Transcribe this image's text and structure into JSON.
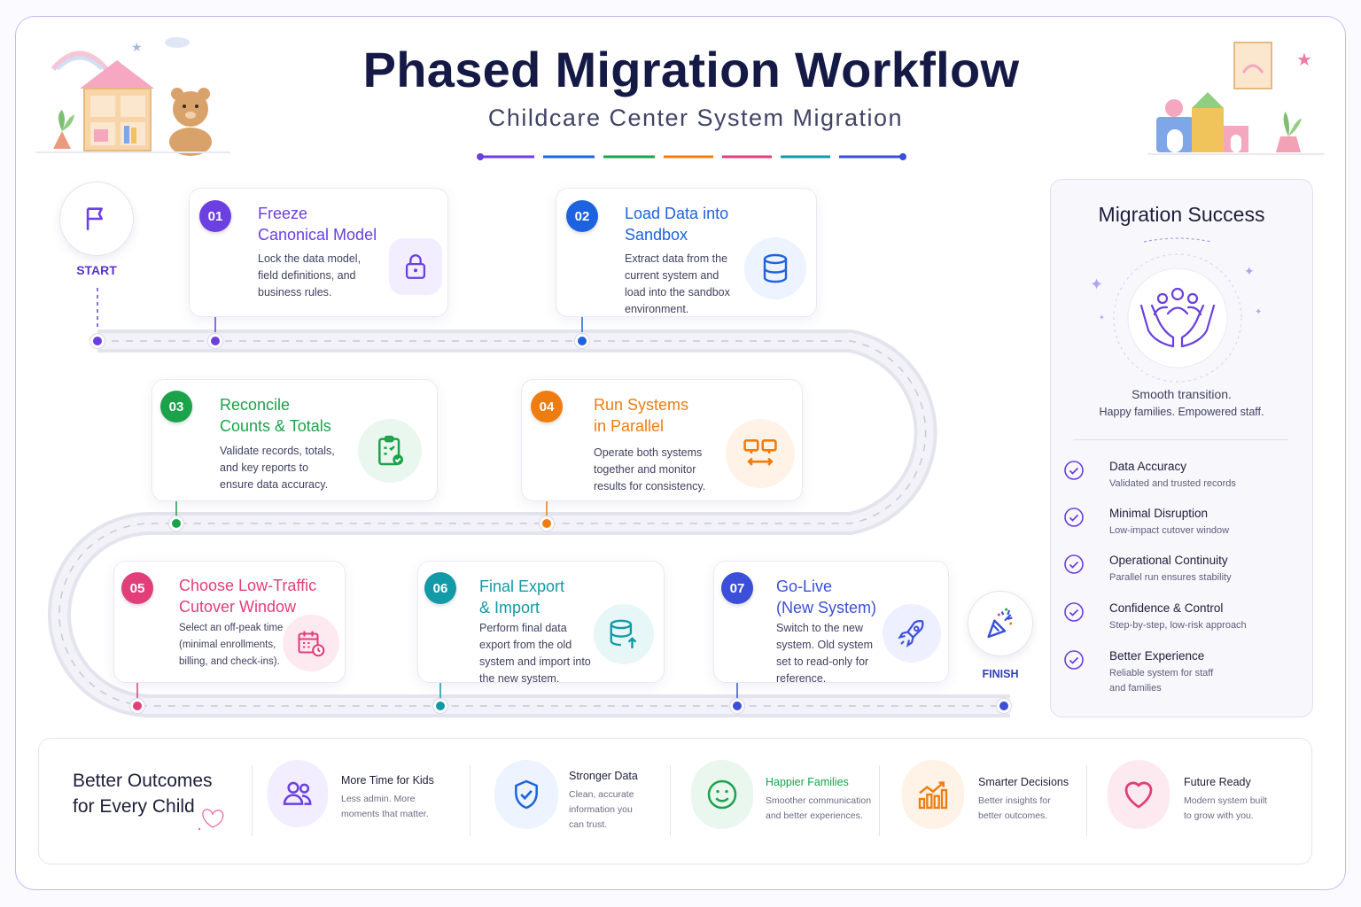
{
  "header": {
    "title": "Phased Migration Workflow",
    "subtitle": "Childcare Center System Migration"
  },
  "start": {
    "label": "START"
  },
  "finish": {
    "label": "FINISH"
  },
  "steps": [
    {
      "num": "01",
      "title": "Freeze\nCanonical Model",
      "desc": "Lock the data model,\nfield definitions, and\nbusiness rules.",
      "icon": "lock-icon",
      "color": "#6b3fe0"
    },
    {
      "num": "02",
      "title": "Load Data into\nSandbox",
      "desc": "Extract data from the\ncurrent system and\nload into the sandbox\nenvironment.",
      "icon": "database-icon",
      "color": "#1d63e0"
    },
    {
      "num": "03",
      "title": "Reconcile\nCounts & Totals",
      "desc": "Validate records, totals,\nand key reports to\nensure data accuracy.",
      "icon": "clipboard-check-icon",
      "color": "#1aa34a"
    },
    {
      "num": "04",
      "title": "Run Systems\nin Parallel",
      "desc": "Operate both systems\ntogether and monitor\nresults for consistency.",
      "icon": "parallel-monitors-icon",
      "color": "#ef7c0f"
    },
    {
      "num": "05",
      "title": "Choose Low-Traffic\nCutover Window",
      "desc": "Select an off-peak time\n(minimal enrollments,\nbilling, and check-ins).",
      "icon": "calendar-clock-icon",
      "color": "#e23e7a"
    },
    {
      "num": "06",
      "title": "Final Export\n& Import",
      "desc": "Perform final data\nexport from the old\nsystem and import into\nthe new system.",
      "icon": "database-upload-icon",
      "color": "#129aa6"
    },
    {
      "num": "07",
      "title": "Go-Live\n(New System)",
      "desc": "Switch to the new\nsystem. Old system\nset to read-only for\nreference.",
      "icon": "rocket-icon",
      "color": "#3b4fd8"
    }
  ],
  "side": {
    "title": "Migration Success",
    "tagline_1": "Smooth transition.",
    "tagline_2": "Happy families. Empowered staff.",
    "items": [
      {
        "title": "Data Accuracy",
        "desc": "Validated and trusted records"
      },
      {
        "title": "Minimal Disruption",
        "desc": "Low-impact cutover window"
      },
      {
        "title": "Operational Continuity",
        "desc": "Parallel run ensures stability"
      },
      {
        "title": "Confidence & Control",
        "desc": "Step-by-step, low-risk approach"
      },
      {
        "title": "Better Experience",
        "desc": "Reliable system for staff\nand families"
      }
    ]
  },
  "bottom": {
    "heading": "Better Outcomes\nfor Every Child",
    "items": [
      {
        "title": "More Time for Kids",
        "desc": "Less admin. More\nmoments that matter.",
        "icon": "people-icon",
        "color": "#6b3fe0"
      },
      {
        "title": "Stronger Data",
        "desc": "Clean, accurate\ninformation you\ncan trust.",
        "icon": "shield-check-icon",
        "color": "#1d63e0"
      },
      {
        "title": "Happier Families",
        "desc": "Smoother communication\nand better experiences.",
        "icon": "smiley-icon",
        "color": "#1aa34a"
      },
      {
        "title": "Smarter Decisions",
        "desc": "Better insights for\nbetter outcomes.",
        "icon": "bar-chart-icon",
        "color": "#ef7c0f"
      },
      {
        "title": "Future Ready",
        "desc": "Modern system built\nto grow with you.",
        "icon": "heart-icon",
        "color": "#e23e7a"
      }
    ]
  }
}
